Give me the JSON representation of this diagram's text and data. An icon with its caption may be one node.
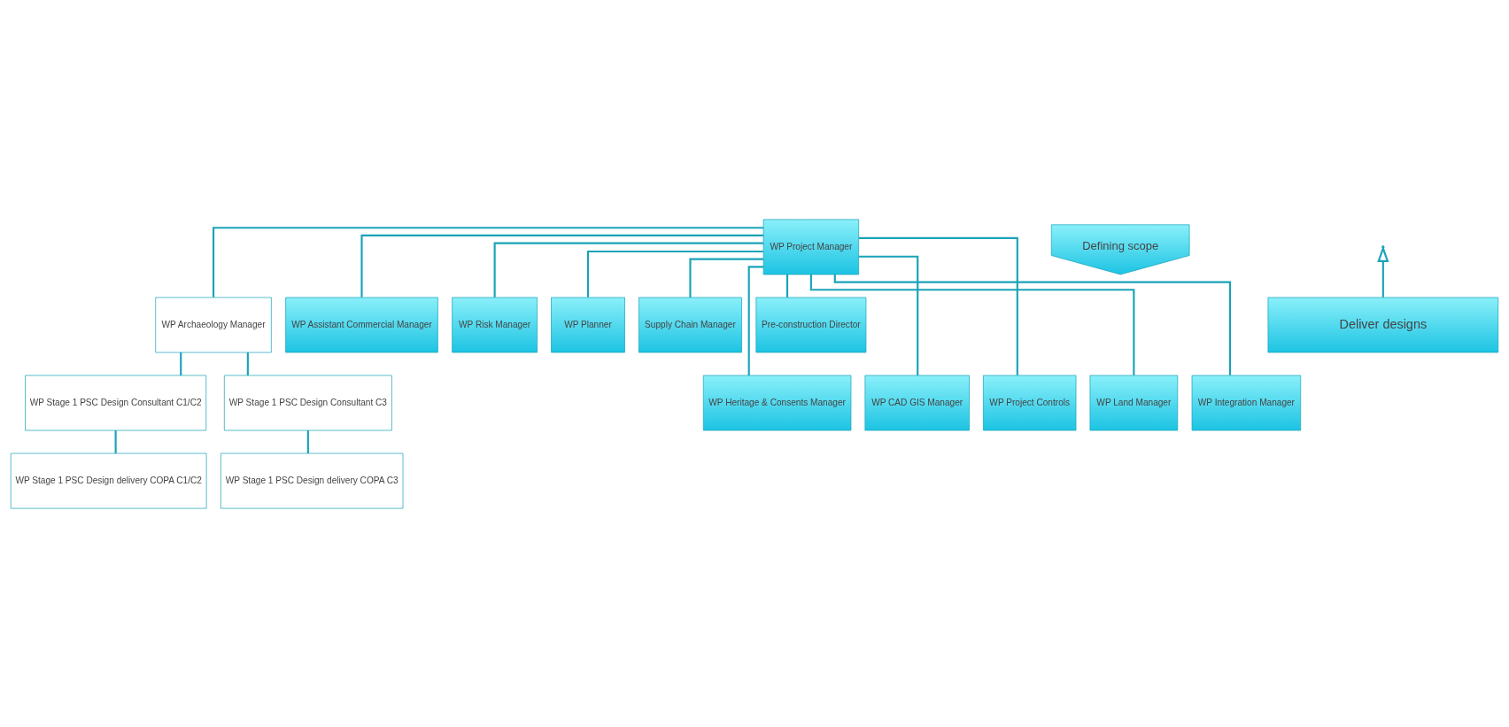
{
  "diagram": {
    "nodes": [
      {
        "text": [
          "WP Project Manager"
        ]
      },
      {
        "text": [
          "Defining scope"
        ]
      },
      {
        "text": [
          "WP Archaeology Manager"
        ]
      },
      {
        "text": [
          "WP Stage 1 PSC Design Consultant C1/C2"
        ]
      },
      {
        "text": [
          "WP Stage 1 PSC Design Consultant C3"
        ]
      },
      {
        "text": [
          "WP Stage 1 PSC Design delivery COPA C1/C2"
        ]
      },
      {
        "text": [
          "WP Stage 1 PSC Design delivery COPA C3"
        ]
      },
      {
        "text": [
          "WP Assistant Commercial Manager"
        ]
      },
      {
        "text": [
          "WP Risk Manager"
        ]
      },
      {
        "text": [
          "WP Planner"
        ]
      },
      {
        "text": [
          "Supply Chain Manager"
        ]
      },
      {
        "text": [
          "Pre-construction Director"
        ]
      },
      {
        "text": [
          "WP Heritage & Consents Manager"
        ]
      },
      {
        "text": [
          "WP CAD GIS Manager"
        ]
      },
      {
        "text": [
          "WP Project Controls"
        ]
      },
      {
        "text": [
          "WP Land Manager"
        ]
      },
      {
        "text": [
          "WP Integration Manager"
        ]
      },
      {
        "text": [
          "Deliver designs"
        ]
      }
    ],
    "edges": [
      {
        "from": 0,
        "to": 2,
        "arrow": "none"
      },
      {
        "from": 0,
        "to": 7,
        "arrow": "none"
      },
      {
        "from": 0,
        "to": 8,
        "arrow": "none"
      },
      {
        "from": 0,
        "to": 9,
        "arrow": "none"
      },
      {
        "from": 0,
        "to": 10,
        "arrow": "none"
      },
      {
        "from": 0,
        "to": 11,
        "arrow": "none"
      },
      {
        "from": 0,
        "to": 12,
        "arrow": "none"
      },
      {
        "from": 0,
        "to": 13,
        "arrow": "none"
      },
      {
        "from": 0,
        "to": 14,
        "arrow": "none"
      },
      {
        "from": 0,
        "to": 15,
        "arrow": "none"
      },
      {
        "from": 0,
        "to": 16,
        "arrow": "none"
      },
      {
        "from": 2,
        "to": 3,
        "arrow": "none"
      },
      {
        "from": 2,
        "to": 4,
        "arrow": "none"
      },
      {
        "from": 3,
        "to": 5,
        "arrow": "none"
      },
      {
        "from": 4,
        "to": 6,
        "arrow": "none"
      },
      {
        "from": 17,
        "to": null,
        "arrow": "to"
      }
    ]
  }
}
